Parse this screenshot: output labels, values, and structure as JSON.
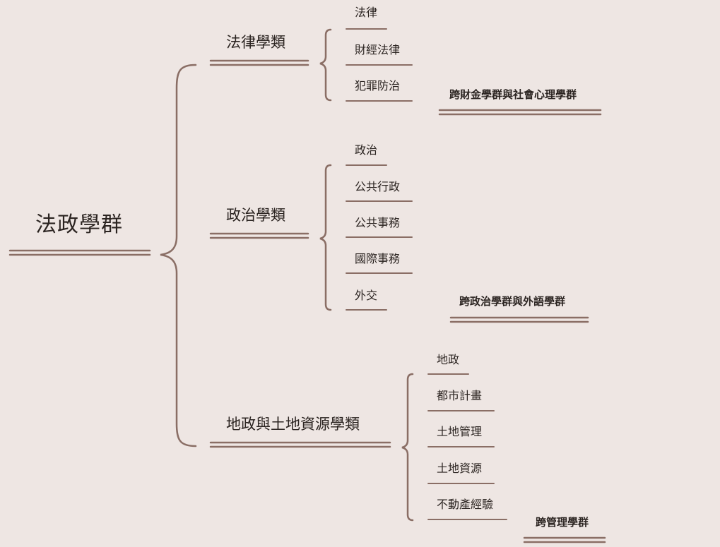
{
  "root": {
    "label": "法政學群"
  },
  "categories": [
    {
      "label": "法律學類",
      "items": [
        "法律",
        "財經法律",
        "犯罪防治"
      ],
      "cross": "跨財金學群與社會心理學群"
    },
    {
      "label": "政治學類",
      "items": [
        "政治",
        "公共行政",
        "公共事務",
        "國際事務",
        "外交"
      ],
      "cross": "跨政治學群與外語學群"
    },
    {
      "label": "地政與土地資源學類",
      "items": [
        "地政",
        "都市計畫",
        "土地管理",
        "土地資源",
        "不動產經驗"
      ],
      "cross": "跨管理學群"
    }
  ],
  "colors": {
    "background": "#eee6e3",
    "line": "#8a6e65",
    "text": "#2b2421"
  }
}
